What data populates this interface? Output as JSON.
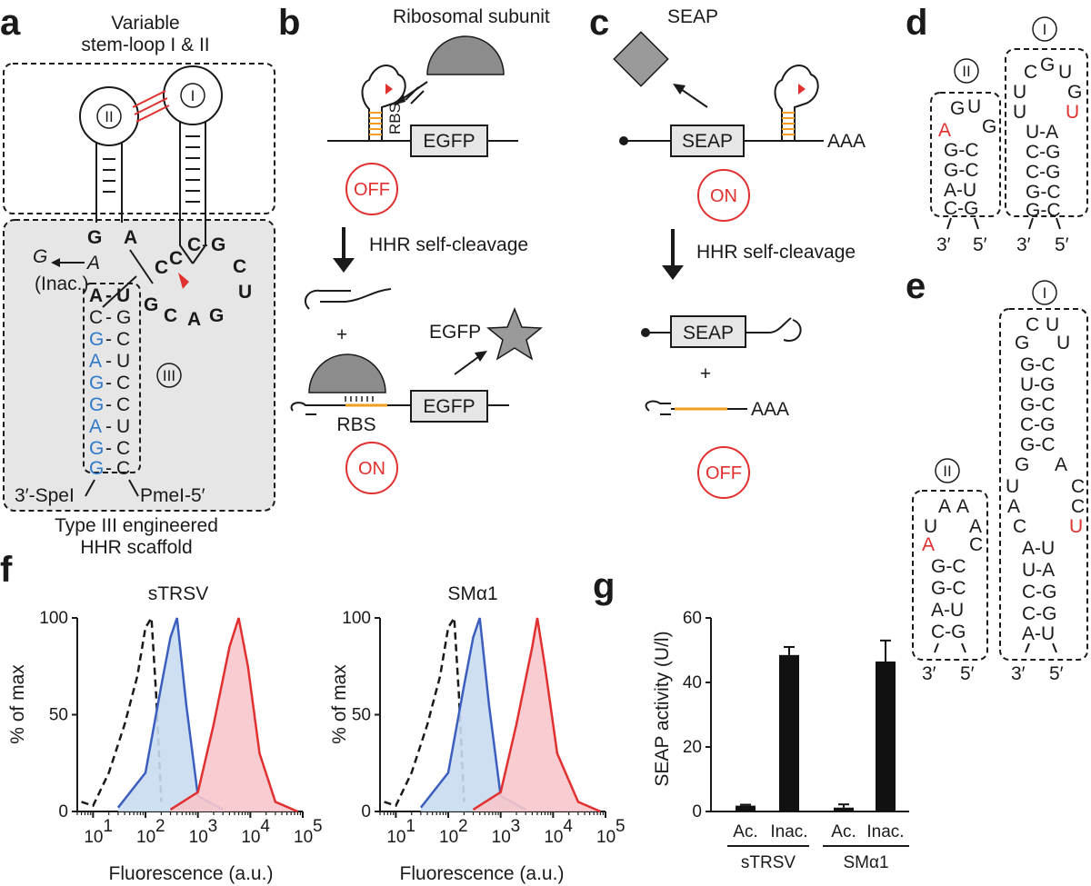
{
  "panel_letters": {
    "a": "a",
    "b": "b",
    "c": "c",
    "d": "d",
    "e": "e",
    "f": "f",
    "g": "g"
  },
  "panel_a": {
    "title_line1": "Variable",
    "title_line2": "stem-loop I & II",
    "loop_I": "I",
    "loop_II": "II",
    "loop_III": "III",
    "inac_G": "G",
    "inac_A": "A",
    "inac_label": "(Inac.)",
    "core_G": "G",
    "core_A": "A",
    "core_A2": "A",
    "core_U": "U",
    "core_C": "C",
    "core_C2": "C",
    "core_G2": "G",
    "core_C3": "C",
    "core_U2": "U",
    "core_G3": "G",
    "core_A3": "A",
    "core_C4": "C",
    "core_G4": "G",
    "stem_left": [
      "C",
      "G",
      "A",
      "G",
      "G",
      "A",
      "G",
      "G"
    ],
    "stem_right": [
      "G",
      "C",
      "U",
      "C",
      "C",
      "U",
      "C",
      "C"
    ],
    "pair_dash": "-",
    "spe": "3′-SpeI",
    "pme": "PmeI-5′",
    "caption_line1": "Type III engineered",
    "caption_line2": "HHR scaffold"
  },
  "panel_b": {
    "ribosomal": "Ribosomal subunit",
    "rbs": "RBS",
    "egfp": "EGFP",
    "off": "OFF",
    "cleavage": "HHR self-cleavage",
    "plus": "+",
    "egfp_protein": "EGFP",
    "rbs2": "RBS",
    "egfp2": "EGFP",
    "on": "ON"
  },
  "panel_c": {
    "seap_protein": "SEAP",
    "seap": "SEAP",
    "aaa": "AAA",
    "on": "ON",
    "cleavage": "HHR self-cleavage",
    "seap2": "SEAP",
    "plus": "+",
    "aaa2": "AAA",
    "off": "OFF"
  },
  "panel_d": {
    "loop_II": "II",
    "loop_I": "I",
    "ii_loop": [
      "G",
      "U",
      "G",
      "A"
    ],
    "ii_pairs": [
      "G-C",
      "G-C",
      "A-U",
      "C-G"
    ],
    "i_loop": [
      "C",
      "G",
      "U",
      "U",
      "U",
      "G",
      "U"
    ],
    "i_pairs": [
      "U-A",
      "C-G",
      "C-G",
      "G-C",
      "G-C"
    ],
    "end3a": "3′",
    "end5a": "5′",
    "end3b": "3′",
    "end5b": "5′"
  },
  "panel_e": {
    "loop_II": "II",
    "loop_I": "I",
    "ii_loop": [
      "A",
      "A",
      "U",
      "A",
      "A",
      "C"
    ],
    "ii_pairs": [
      "G-C",
      "G-C",
      "A-U",
      "C-G"
    ],
    "i_top": [
      "C",
      "U",
      "G",
      "U"
    ],
    "i_pairs_top": [
      "G-C",
      "U-G",
      "G-C",
      "C-G",
      "G-C"
    ],
    "i_bulge": [
      "G",
      "A",
      "U",
      "C",
      "A",
      "C",
      "C",
      "U"
    ],
    "i_pairs_bot": [
      "A-U",
      "U-A",
      "C-G",
      "C-G",
      "A-U"
    ],
    "end3a": "3′",
    "end5a": "5′",
    "end3b": "3′",
    "end5b": "5′"
  },
  "panel_f": {
    "plot1_title": "sTRSV",
    "plot2_title": "SMα1",
    "ylabel": "% of max",
    "xlabel": "Fluorescence (a.u.)",
    "y_ticks": [
      "0",
      "50",
      "100"
    ],
    "x_ticks": [
      "10",
      "1",
      "10",
      "2",
      "10",
      "3",
      "10",
      "4",
      "10",
      "5"
    ]
  },
  "chart_data": [
    {
      "type": "area",
      "title": "sTRSV",
      "xlabel": "Fluorescence (a.u.)",
      "ylabel": "% of max",
      "x_scale": "log",
      "xlim": [
        5,
        100000
      ],
      "ylim": [
        0,
        100
      ],
      "series": [
        {
          "x": [
            6,
            10,
            20,
            40,
            70,
            100,
            130,
            160,
            200
          ],
          "y": [
            5,
            3,
            20,
            45,
            70,
            95,
            100,
            60,
            5
          ],
          "color": "#1a1a1a",
          "style": "dashed"
        },
        {
          "x": [
            30,
            100,
            200,
            300,
            400,
            600,
            1000,
            3000
          ],
          "y": [
            2,
            20,
            65,
            90,
            100,
            55,
            8,
            1
          ],
          "color": "#3b5ebf"
        },
        {
          "x": [
            300,
            1000,
            2000,
            4000,
            6000,
            9000,
            15000,
            30000,
            80000
          ],
          "y": [
            1,
            10,
            45,
            85,
            100,
            75,
            30,
            5,
            0
          ],
          "color": "#e03030"
        }
      ]
    },
    {
      "type": "area",
      "title": "SMα1",
      "xlabel": "Fluorescence (a.u.)",
      "ylabel": "% of max",
      "x_scale": "log",
      "xlim": [
        5,
        100000
      ],
      "ylim": [
        0,
        100
      ],
      "series": [
        {
          "x": [
            6,
            10,
            20,
            40,
            70,
            100,
            130,
            160,
            200
          ],
          "y": [
            5,
            3,
            20,
            45,
            70,
            95,
            100,
            60,
            5
          ],
          "color": "#1a1a1a",
          "style": "dashed"
        },
        {
          "x": [
            30,
            100,
            200,
            300,
            400,
            600,
            1000,
            3000
          ],
          "y": [
            2,
            20,
            65,
            90,
            100,
            55,
            8,
            1
          ],
          "color": "#3b5ebf"
        },
        {
          "x": [
            300,
            1000,
            2000,
            4000,
            5000,
            7000,
            12000,
            30000,
            80000
          ],
          "y": [
            1,
            10,
            45,
            85,
            100,
            75,
            30,
            5,
            0
          ],
          "color": "#e03030"
        }
      ]
    },
    {
      "type": "bar",
      "ylabel": "SEAP activity (U/l)",
      "ylim": [
        0,
        60
      ],
      "y_ticks": [
        "0",
        "20",
        "40",
        "60"
      ],
      "categories": [
        "Ac.",
        "Inac.",
        "Ac.",
        "Inac."
      ],
      "groups": [
        "sTRSV",
        "SMα1"
      ],
      "values": [
        1.8,
        48.5,
        1.2,
        46.5
      ],
      "errors": [
        0.3,
        2.5,
        1.0,
        6.5
      ]
    }
  ]
}
